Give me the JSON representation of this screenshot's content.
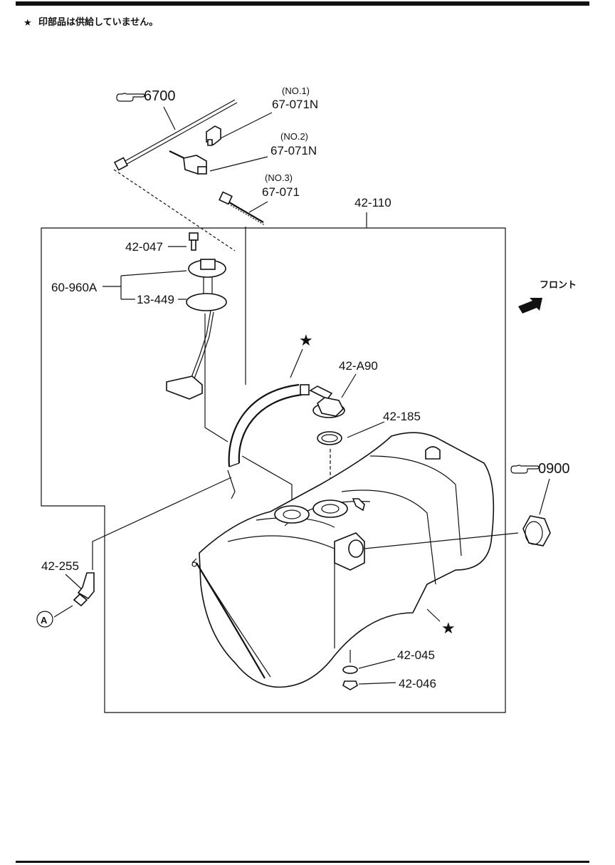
{
  "header": {
    "note_symbol": "★",
    "note_text": "印部品は供給していません。"
  },
  "references": {
    "ref_6700": "6700",
    "ref_0900": "0900"
  },
  "callouts": {
    "no1_tag": "(NO.1)",
    "no1_part": "67-071N",
    "no2_tag": "(NO.2)",
    "no2_part": "67-071N",
    "no3_tag": "(NO.3)",
    "no3_part": "67-071",
    "tank_assembly": "42-110",
    "screw": "42-047",
    "sender_unit": "60-960A",
    "gasket_sender": "13-449",
    "filler_neck": "42-A90",
    "seal_ring": "42-185",
    "hose_fitting": "42-255",
    "washer": "42-045",
    "drain_plug": "42-046",
    "connector_ref": "A",
    "front_label": "フロント"
  },
  "star_marks": [
    "★",
    "★"
  ],
  "colors": {
    "ink": "#111111",
    "paper": "#ffffff"
  },
  "icons": [
    "pointing-hand-icon",
    "front-arrow-icon",
    "star-icon",
    "circled-a-icon"
  ]
}
